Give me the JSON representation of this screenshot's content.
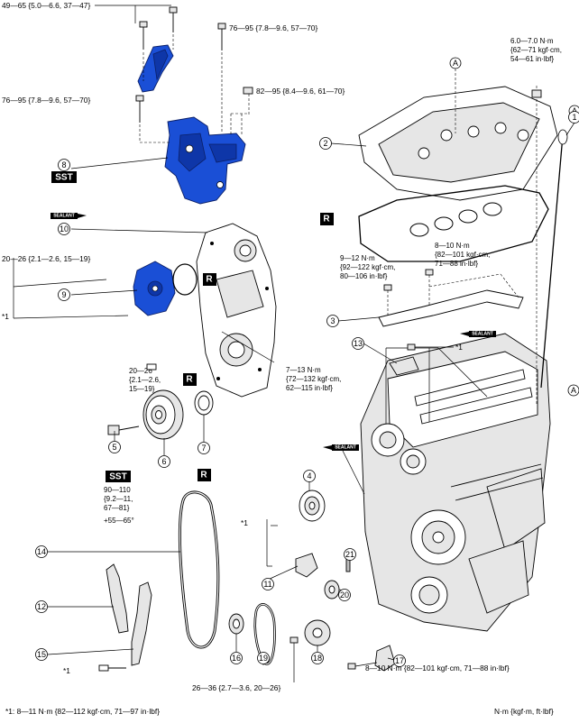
{
  "torque_labels": {
    "t1": "49—65 {5.0—6.6, 37—47}",
    "t2": "76—95 {7.8—9.6, 57—70}",
    "t3": "76—95 {7.8—9.6, 57—70}",
    "t4": "82—95 {8.4—9.6, 61—70}",
    "t5_l1": "6.0—7.0 N·m",
    "t5_l2": "{62—71 kgf·cm,",
    "t5_l3": "54—61 in·lbf}",
    "t6": "20—26 {2.1—2.6, 15—19}",
    "t7_l1": "9—12 N·m",
    "t7_l2": "{92—122 kgf·cm,",
    "t7_l3": "80—106 in·lbf}",
    "t8_l1": "8—10 N·m",
    "t8_l2": "{82—101 kgf·cm,",
    "t8_l3": "71—88 in·lbf}",
    "t9_l1": "20—26",
    "t9_l2": "{2.1—2.6,",
    "t9_l3": "15—19}",
    "t10_l1": "7—13 N·m",
    "t10_l2": "{72—132 kgf·cm,",
    "t10_l3": "62—115 in·lbf}",
    "t11_l1": "90—110",
    "t11_l2": "{9.2—11,",
    "t11_l3": "67—81}",
    "t11_l4": "+55—65°",
    "t12": "8—10 N·m {82—101 kgf·cm, 71—88 in·lbf}",
    "t13": "26—36 {2.7—3.6, 20—26}"
  },
  "footnote": "*1: 8—11 N·m {82—112 kgf·cm, 71—97 in·lbf}",
  "unit_note": "N·m {kgf·m, ft·lbf}",
  "star_marks": {
    "s1": "*1",
    "s2": "*1",
    "s3": "*1",
    "s4": "*1"
  },
  "letter_marks": {
    "a_top": "A",
    "a_right_top": "A",
    "a_right_bottom": "A"
  },
  "badges": {
    "sst1": "SST",
    "sst2": "SST",
    "r1": "R",
    "r2": "R",
    "r3": "R",
    "r4": "R"
  },
  "sealant_labels": {
    "s1": "SEALANT",
    "s2": "SEALANT",
    "s3": "SEALANT"
  },
  "part_numbers": [
    "1",
    "2",
    "3",
    "4",
    "5",
    "6",
    "7",
    "8",
    "9",
    "10",
    "11",
    "12",
    "13",
    "14",
    "15",
    "16",
    "17",
    "18",
    "19",
    "20",
    "21"
  ],
  "colors": {
    "highlight_part": "#1a4fd6",
    "outline": "#000000"
  }
}
